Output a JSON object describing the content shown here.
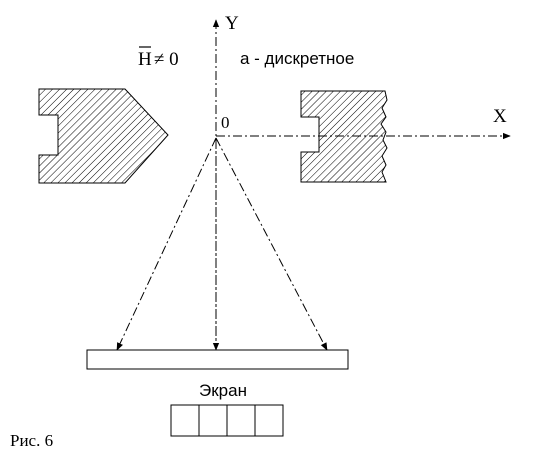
{
  "labels": {
    "field_h": "H",
    "field_relation": "≠ 0",
    "description": "а - дискретное",
    "axis_y": "Y",
    "axis_x": "X",
    "origin": "0",
    "screen": "Экран",
    "figure_caption": "Рис. 6"
  },
  "counter_cells": 4,
  "colors": {
    "ink": "#000000",
    "background": "#ffffff"
  }
}
